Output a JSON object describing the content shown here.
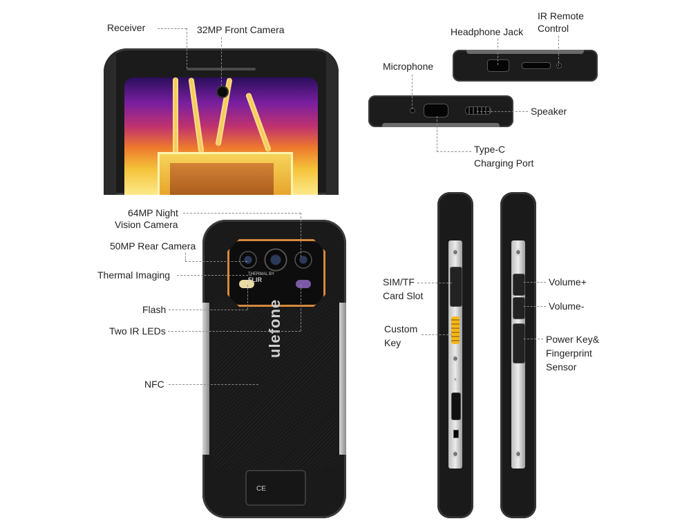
{
  "labels": {
    "receiver": "Receiver",
    "front_camera": "32MP Front Camera",
    "headphone_jack": "Headphone Jack",
    "ir_remote_line1": "IR Remote",
    "ir_remote_line2": "Control",
    "microphone": "Microphone",
    "speaker": "Speaker",
    "type_c_line1": "Type-C",
    "type_c_line2": "Charging Port",
    "night_cam_line1": "64MP Night",
    "night_cam_line2": "Vision Camera",
    "rear_camera": "50MP Rear Camera",
    "thermal": "Thermal Imaging",
    "flash": "Flash",
    "ir_leds": "Two IR LEDs",
    "nfc": "NFC",
    "sim_line1": "SIM/TF",
    "sim_line2": "Card Slot",
    "custom_line1": "Custom",
    "custom_line2": "Key",
    "volume_up": "Volume+",
    "volume_down": "Volume-",
    "power_line1": "Power Key&",
    "power_line2": "Fingerprint",
    "power_line3": "Sensor"
  },
  "device": {
    "brand": "ulefone",
    "thermal_badge_top": "THERMAL BY",
    "thermal_badge": "FLIR",
    "cert_marks": "CE"
  },
  "colors": {
    "accent_orange": "#d58a3c",
    "custom_key_yellow": "#f4b81a",
    "body_black": "#1a1a1a"
  }
}
